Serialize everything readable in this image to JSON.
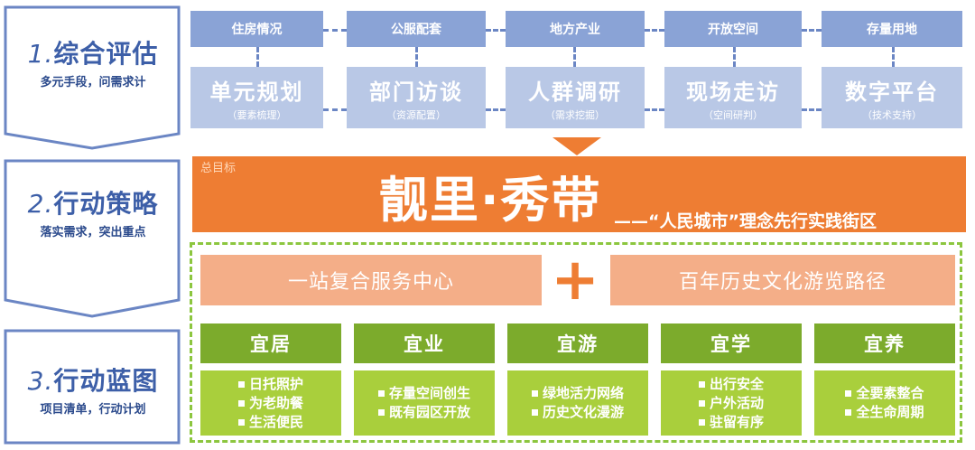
{
  "steps": [
    {
      "num": "1.",
      "title": "综合评估",
      "sub": "多元手段，问需求计"
    },
    {
      "num": "2.",
      "title": "行动策略",
      "sub": "落实需求，突出重点"
    },
    {
      "num": "3.",
      "title": "行动蓝图",
      "sub": "项目清单，行动计划"
    }
  ],
  "headers": [
    "住房情况",
    "公服配套",
    "地方产业",
    "开放空间",
    "存量用地"
  ],
  "methods": [
    {
      "title": "单元规划",
      "sub": "（要素梳理）"
    },
    {
      "title": "部门访谈",
      "sub": "（资源配置）"
    },
    {
      "title": "人群调研",
      "sub": "（需求挖掘）"
    },
    {
      "title": "现场走访",
      "sub": "（空间研判）"
    },
    {
      "title": "数字平台",
      "sub": "（技术支持）"
    }
  ],
  "goal": {
    "label": "总目标",
    "main": "靓里·秀带",
    "sub": "——“人民城市”理念先行实践街区"
  },
  "pillars": {
    "left": "一站复合服务中心",
    "plus": "+",
    "right": "百年历史文化游览路径"
  },
  "categories": [
    {
      "title": "宜居",
      "items": [
        "日托照护",
        "为老助餐",
        "生活便民"
      ]
    },
    {
      "title": "宜业",
      "items": [
        "存量空间创生",
        "既有园区开放"
      ]
    },
    {
      "title": "宜游",
      "items": [
        "绿地活力网络",
        "历史文化漫游"
      ]
    },
    {
      "title": "宜学",
      "items": [
        "出行安全",
        "户外活动",
        "驻留有序"
      ]
    },
    {
      "title": "宜养",
      "items": [
        "全要素整合",
        "全生命周期"
      ]
    }
  ],
  "colors": {
    "step_border": "#6b86c4",
    "header_blue": "#8aa3d6",
    "method_blue": "#b9c8e6",
    "goal_orange": "#ee7d33",
    "peach": "#f4ae88",
    "category_green": "#7cab2c",
    "item_green": "#a9cf3c"
  }
}
